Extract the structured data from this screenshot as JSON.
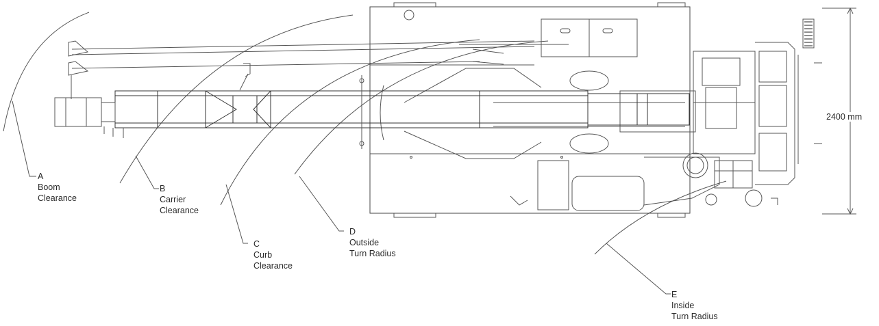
{
  "dimension": {
    "width_label": "2400 mm"
  },
  "callouts": [
    {
      "letter": "A",
      "line1": "Boom",
      "line2": "Clearance"
    },
    {
      "letter": "B",
      "line1": "Carrier",
      "line2": "Clearance"
    },
    {
      "letter": "C",
      "line1": "Curb",
      "line2": "Clearance"
    },
    {
      "letter": "D",
      "line1": "Outside",
      "line2": "Turn Radius"
    },
    {
      "letter": "E",
      "line1": "Inside",
      "line2": "Turn Radius"
    }
  ]
}
